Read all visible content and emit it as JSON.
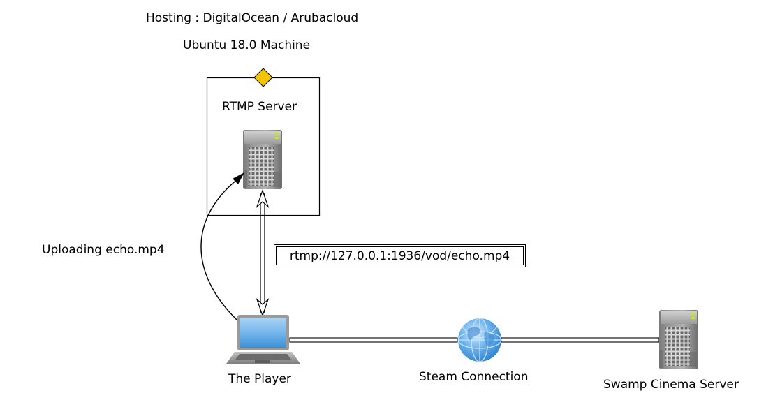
{
  "diagram": {
    "hosting_label": "Hosting : DigitalOcean / Arubacloud",
    "machine_label": "Ubuntu 18.0 Machine",
    "nodes": {
      "rtmp_server": {
        "label": "RTMP Server",
        "icon": "server-tower-icon"
      },
      "player": {
        "label": "The Player",
        "icon": "laptop-icon"
      },
      "steam": {
        "label": "Steam Connection",
        "icon": "globe-icon"
      },
      "swamp": {
        "label": "Swamp Cinema Server",
        "icon": "server-tower-icon"
      }
    },
    "edges": {
      "upload": {
        "label": "Uploading echo.mp4"
      },
      "stream": {
        "label": "rtmp://127.0.0.1:1936/vod/echo.mp4"
      }
    },
    "colors": {
      "container_marker": "#f5c400",
      "laptop_screen": "#5aa6e0",
      "globe": "#4a9be0",
      "server": "#8a8a8a",
      "server_led": "#c8e03c"
    }
  }
}
